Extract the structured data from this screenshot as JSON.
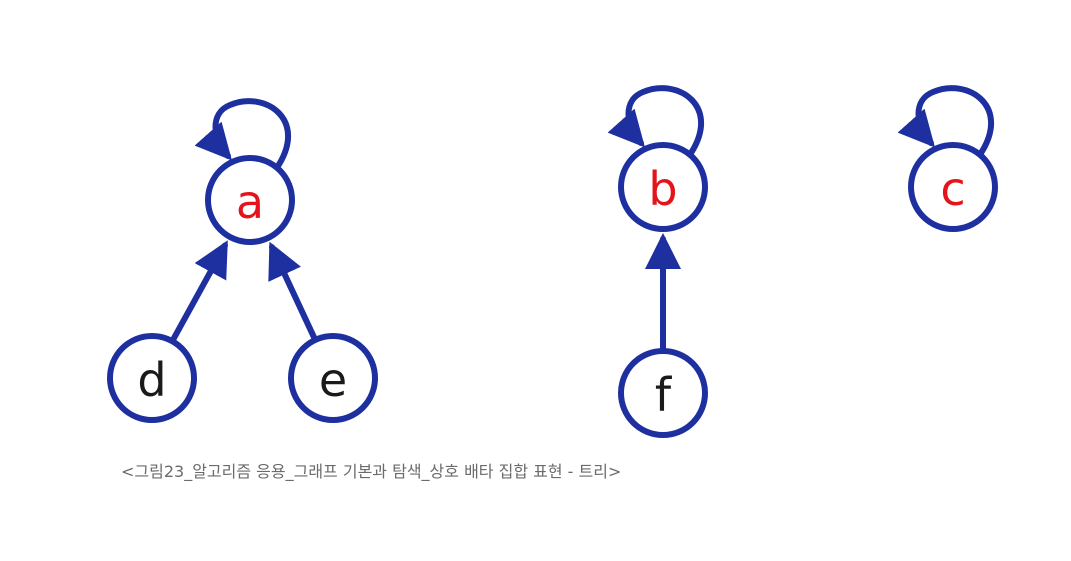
{
  "colors": {
    "edge": "#1e2fa0",
    "root_label": "#e3151b",
    "child_label": "#1a1a1a",
    "caption": "#6b6b6b"
  },
  "nodes": [
    {
      "id": "a",
      "label": "a",
      "role": "root"
    },
    {
      "id": "b",
      "label": "b",
      "role": "root"
    },
    {
      "id": "c",
      "label": "c",
      "role": "root"
    },
    {
      "id": "d",
      "label": "d",
      "role": "child"
    },
    {
      "id": "e",
      "label": "e",
      "role": "child"
    },
    {
      "id": "f",
      "label": "f",
      "role": "child"
    }
  ],
  "edges": [
    {
      "from": "a",
      "to": "a"
    },
    {
      "from": "b",
      "to": "b"
    },
    {
      "from": "c",
      "to": "c"
    },
    {
      "from": "d",
      "to": "a"
    },
    {
      "from": "e",
      "to": "a"
    },
    {
      "from": "f",
      "to": "b"
    }
  ],
  "caption": "<그림23_알고리즘 응용_그래프 기본과 탐색_상호 배타 집합 표현 - 트리>"
}
